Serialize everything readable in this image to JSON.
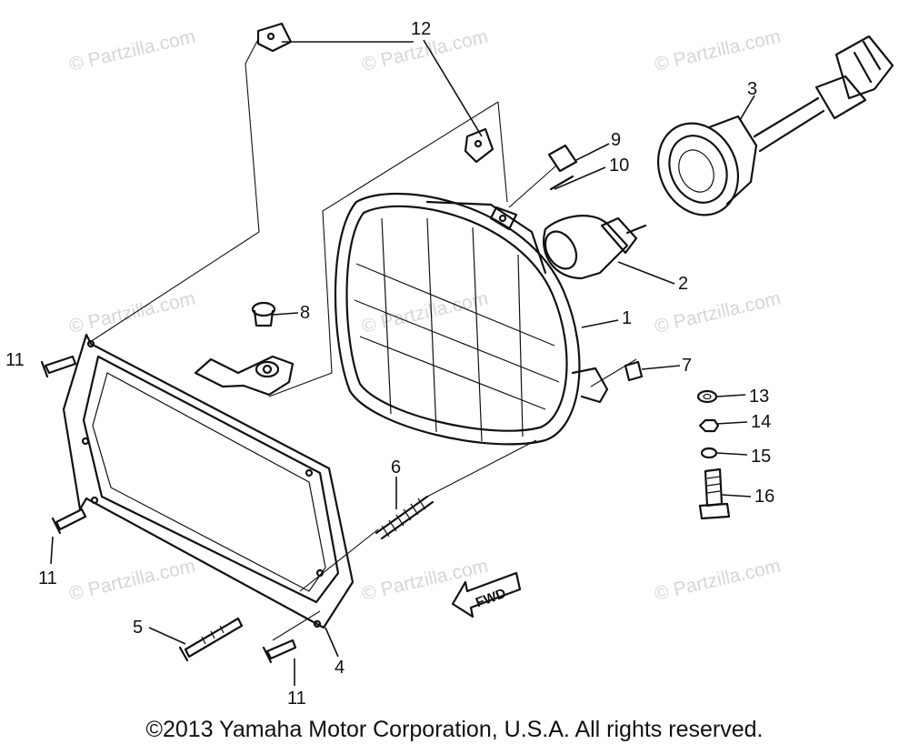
{
  "watermarks": {
    "w1": "© Partzilla.com",
    "w2": "© Partzilla.com",
    "w3": "© Partzilla.com",
    "w4": "© Partzilla.com",
    "w5": "© Partzilla.com",
    "w6": "© Partzilla.com",
    "w7": "© Partzilla.com",
    "w8": "© Partzilla.com",
    "w9": "© Partzilla.com"
  },
  "callouts": {
    "c1": "1",
    "c2": "2",
    "c3": "3",
    "c4": "4",
    "c5": "5",
    "c6": "6",
    "c7": "7",
    "c8": "8",
    "c9": "9",
    "c10": "10",
    "c11a": "11",
    "c11b": "11",
    "c11c": "11",
    "c12": "12",
    "c13": "13",
    "c14": "14",
    "c15": "15",
    "c16": "16"
  },
  "fwd_label": "FWD",
  "copyright": "©2013 Yamaha Motor Corporation, U.S.A. All rights reserved."
}
